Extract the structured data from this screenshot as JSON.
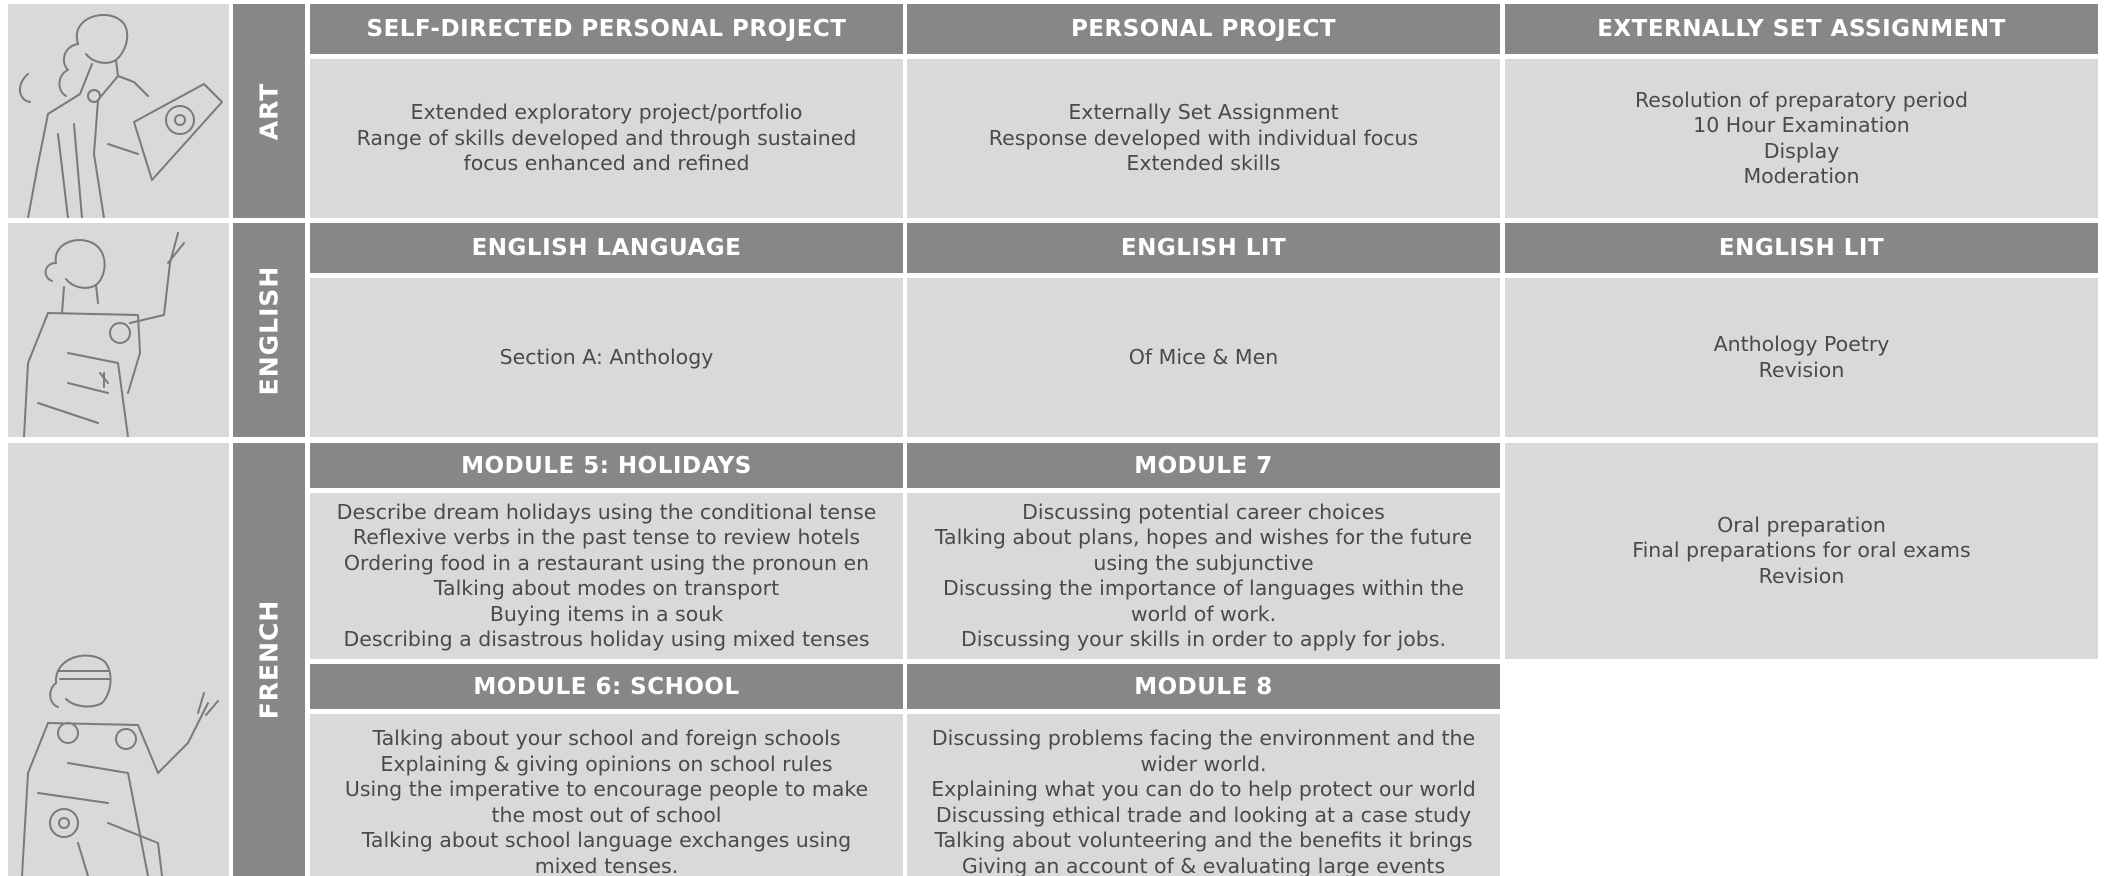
{
  "art": {
    "side_label": "ART",
    "headers": [
      "SELF-DIRECTED PERSONAL PROJECT",
      "PERSONAL PROJECT",
      "EXTERNALLY SET ASSIGNMENT"
    ],
    "cells": [
      [
        "Extended exploratory project/portfolio",
        "Range of skills developed and through sustained",
        "focus enhanced and refined"
      ],
      [
        "Externally Set Assignment",
        "Response developed with individual focus",
        "Extended skills"
      ],
      [
        "Resolution of preparatory period",
        "10 Hour Examination",
        "Display",
        "Moderation"
      ]
    ]
  },
  "english": {
    "side_label": "ENGLISH",
    "headers": [
      "ENGLISH LANGUAGE",
      "ENGLISH LIT",
      "ENGLISH LIT"
    ],
    "cells": [
      [
        "Section A: Anthology"
      ],
      [
        "Of Mice & Men"
      ],
      [
        "Anthology Poetry",
        "Revision"
      ]
    ]
  },
  "french": {
    "side_label": "FRENCH",
    "headers_row1": [
      "MODULE 5: HOLIDAYS",
      "MODULE 7"
    ],
    "cells_row1": [
      [
        "Describe dream holidays using the conditional tense",
        "Reflexive verbs in the past tense to review hotels",
        "Ordering food in a restaurant using the pronoun en",
        "Talking about modes on transport",
        "Buying items in a souk",
        "Describing a disastrous holiday using mixed tenses"
      ],
      [
        "Discussing potential career choices",
        "Talking about plans, hopes and wishes for the future",
        "using the subjunctive",
        "Discussing the importance of languages within the",
        "world of work.",
        "Discussing your skills in order to apply for jobs."
      ],
      [
        "Oral preparation",
        "Final preparations for oral exams",
        "Revision"
      ]
    ],
    "headers_row2": [
      "MODULE 6: SCHOOL",
      "MODULE 8"
    ],
    "cells_row2": [
      [
        "Talking about your school and foreign schools",
        "Explaining & giving opinions on school rules",
        "Using the imperative to encourage people to make",
        "the most out of school",
        "Talking about school language exchanges using",
        "mixed tenses."
      ],
      [
        "Discussing problems facing the environment and the",
        "wider world.",
        "Explaining what you can do to help protect our world",
        "Discussing ethical trade and looking at a case study",
        "Talking about volunteering and the benefits it brings",
        "Giving an account of & evaluating large events"
      ]
    ]
  }
}
